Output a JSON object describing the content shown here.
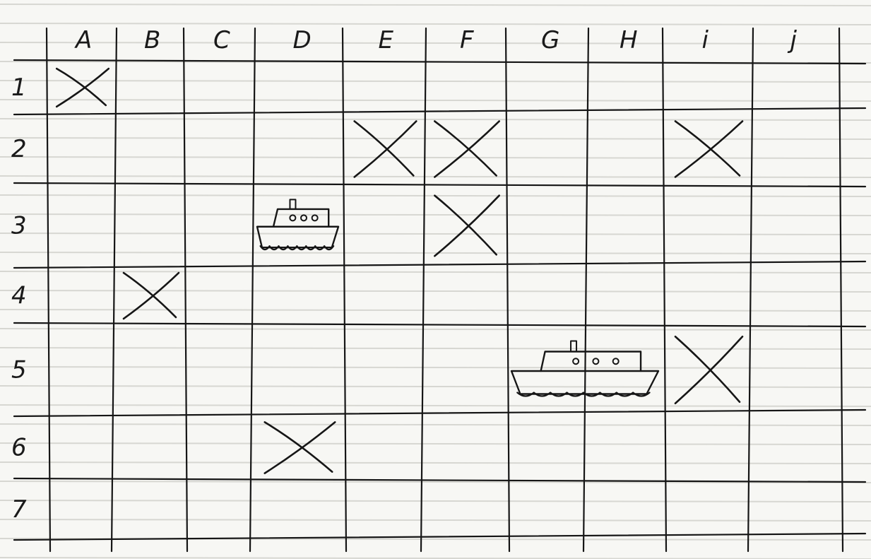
{
  "board": {
    "columns": [
      "A",
      "B",
      "C",
      "D",
      "E",
      "F",
      "G",
      "H",
      "i",
      "j"
    ],
    "rows": [
      "1",
      "2",
      "3",
      "4",
      "5",
      "6",
      "7"
    ],
    "misses": [
      "A1",
      "E2",
      "F2",
      "i2",
      "F3",
      "B4",
      "i5",
      "D6"
    ],
    "ships": [
      {
        "name": "ship",
        "cells": [
          "D3"
        ],
        "icon": "small-ship-icon"
      },
      {
        "name": "ship",
        "cells": [
          "G5",
          "H5"
        ],
        "icon": "large-ship-icon"
      }
    ]
  },
  "colors": {
    "paper": "#f7f7f4",
    "ink": "#161616",
    "rule": "#d7d7d2"
  }
}
